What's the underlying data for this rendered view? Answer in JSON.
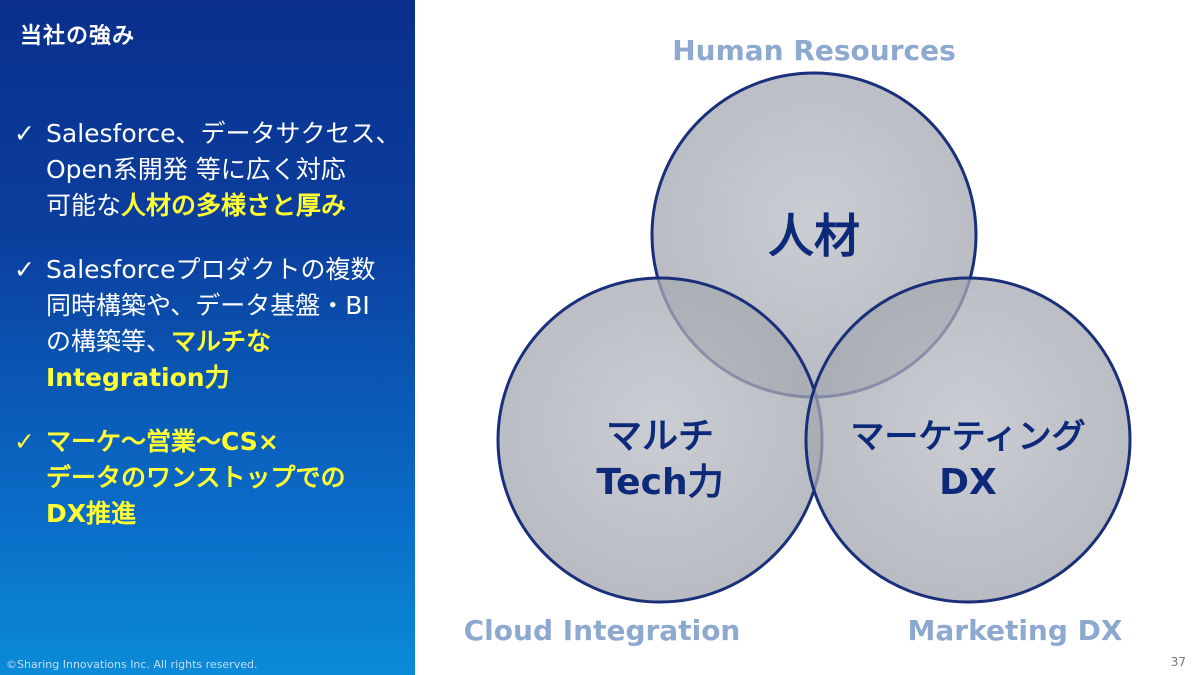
{
  "header": {
    "title": "当社の強み"
  },
  "bullets": [
    {
      "check": "✓",
      "line1": "Salesforce、データサクセス、",
      "line2": "Open系開発 等に広く対応",
      "line3_plain": "可能な",
      "line3_highlight": "人材の多様さと厚み"
    },
    {
      "check": "✓",
      "line1": "Salesforceプロダクトの複数",
      "line2": "同時構築や、データ基盤・BI",
      "line3_plain": "の構築等、",
      "line3_highlight": "マルチな",
      "line4_highlight": "Integration力"
    },
    {
      "check": "✓",
      "line1": "マーケ～営業～CS×",
      "line2": "データのワンストップでの",
      "line3": "DX推進"
    }
  ],
  "diagram": {
    "circle_top": {
      "label": "人材",
      "outer_label": "Human Resources"
    },
    "circle_left": {
      "label_line1": "マルチ",
      "label_line2": "Tech力",
      "outer_label": "Cloud Integration"
    },
    "circle_right": {
      "label_line1": "マーケティング",
      "label_line2": "DX",
      "outer_label": "Marketing  DX"
    },
    "colors": {
      "fill": "#a9adb5",
      "stroke": "#1a2f7a",
      "label": "#0d2a7a",
      "outer": "#8ea9cf"
    }
  },
  "footer": {
    "copyright": "©Sharing Innovations Inc. All rights reserved.",
    "page_number": "37"
  }
}
